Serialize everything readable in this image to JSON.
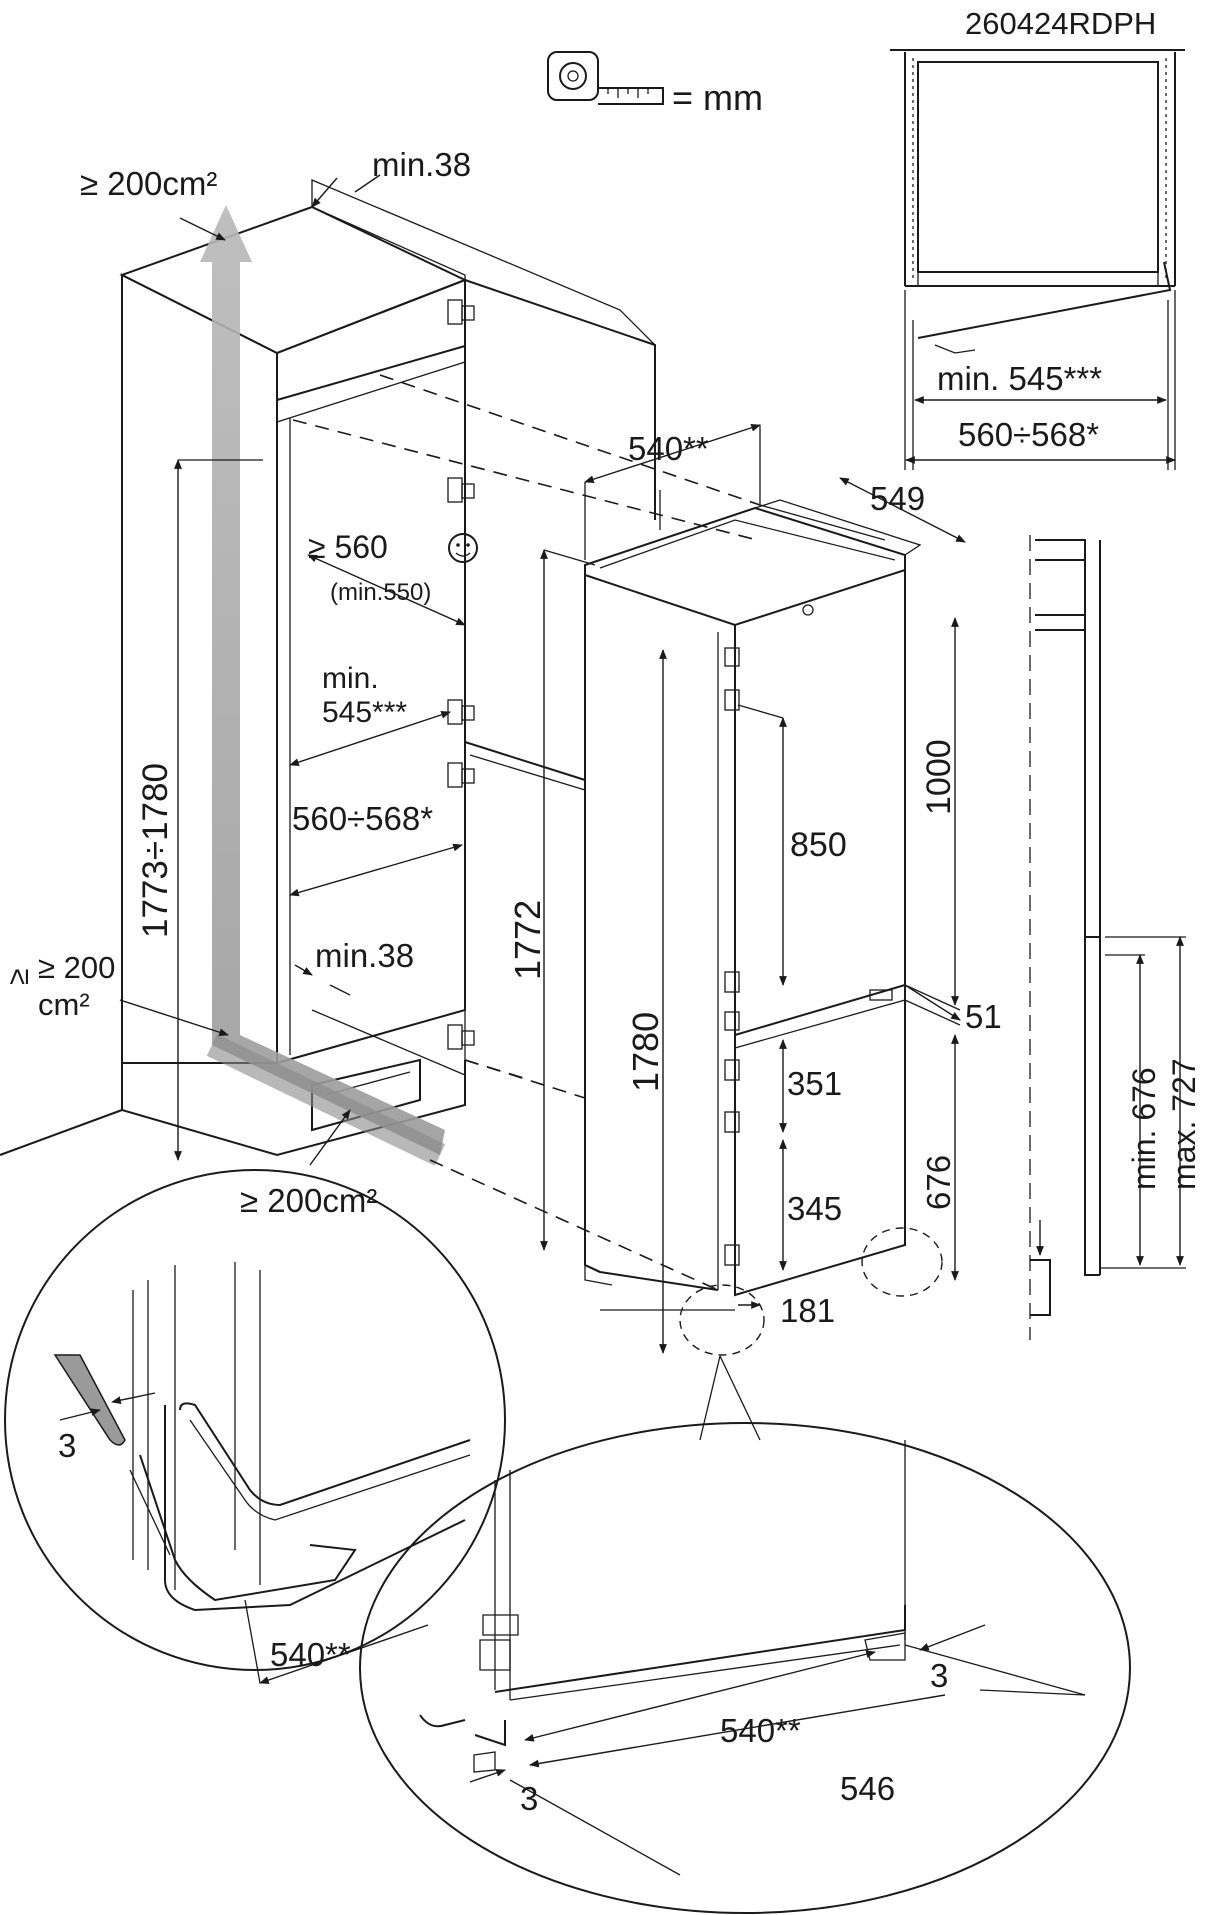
{
  "model_code": "260424RDPH",
  "unit_note": "= mm",
  "vent": {
    "top": "≥ 200cm²",
    "side_line1": "≥ 200",
    "side_line2": "cm²",
    "bottom": "≥ 200cm²"
  },
  "niche": {
    "gap_top": "min.38",
    "gap_bottom": "min.38",
    "depth_main": "≥ 560",
    "depth_sub": "(min.550)",
    "width_min_line1": "min.",
    "width_min_line2": "545***",
    "width_range": "560÷568*",
    "height_range": "1773÷1780"
  },
  "appliance": {
    "depth_540": "540**",
    "width_549": "549",
    "height_1772": "1772",
    "height_1780": "1780",
    "upper_door": "1000",
    "upper_hinge": "850",
    "gap_51": "51",
    "lower_hinge_1": "351",
    "lower_hinge_2": "345",
    "lower_door": "676",
    "base_181": "181"
  },
  "top_view": {
    "min_width": "min. 545***",
    "range_width": "560÷568*"
  },
  "side_view": {
    "min_height": "min. 676",
    "max_height": "max. 727"
  },
  "detail_left": {
    "gap": "3",
    "depth": "540**"
  },
  "detail_right": {
    "gap_right": "3",
    "depth": "540**",
    "total": "546",
    "gap_left": "3"
  }
}
